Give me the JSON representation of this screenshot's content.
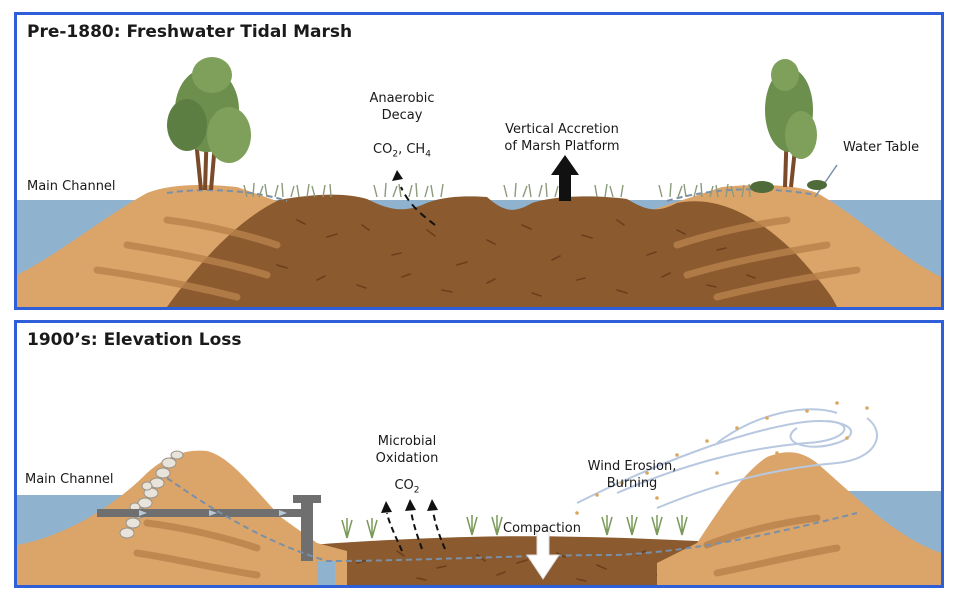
{
  "panel_top": {
    "title": "Pre-1880: Freshwater Tidal Marsh",
    "labels": {
      "main_channel": "Main Channel",
      "decay_line1": "Anaerobic",
      "decay_line2": "Decay",
      "gases_co2": "CO",
      "gases_co2_sub": "2",
      "gases_sep": ", CH",
      "gases_ch4_sub": "4",
      "accretion_line1": "Vertical Accretion",
      "accretion_line2": "of Marsh Platform",
      "water_table": "Water Table"
    }
  },
  "panel_bottom": {
    "title": "1900’s: Elevation Loss",
    "labels": {
      "main_channel": "Main Channel",
      "oxidation_line1": "Microbial",
      "oxidation_line2": "Oxidation",
      "gas_co2": "CO",
      "gas_co2_sub": "2",
      "wind_line1": "Wind Erosion,",
      "wind_line2": "Burning",
      "compaction": "Compaction"
    }
  },
  "colors": {
    "frame": "#2f5fd8",
    "water": "#8fb3cf",
    "levee": "#dba569",
    "peat": "#8b5a2f",
    "water_table_line": "#7a8fa8"
  }
}
